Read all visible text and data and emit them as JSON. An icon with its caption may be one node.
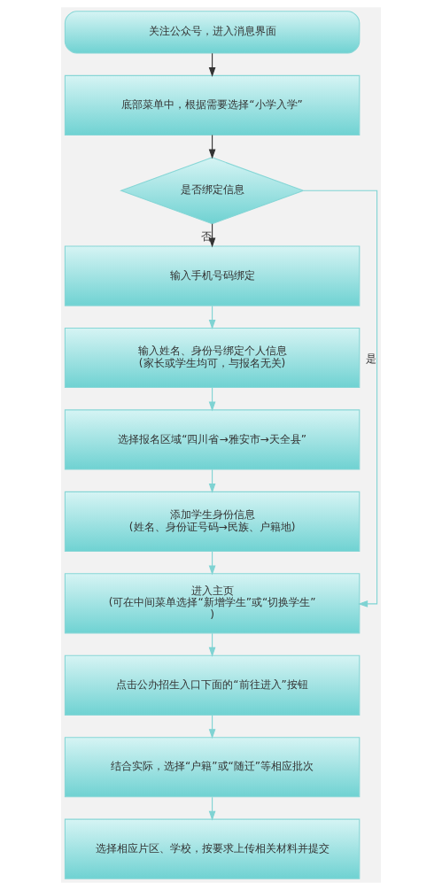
{
  "diagram": {
    "nodes": [
      {
        "text": [
          "关注公众号，进入消息界面"
        ]
      },
      {
        "text": [
          "底部菜单中，根据需要选择“小学入学”"
        ]
      },
      {
        "text": [
          "是否绑定信息"
        ]
      },
      {
        "text": [
          "输入手机号码绑定"
        ]
      },
      {
        "text": [
          "输入姓名、身份号绑定个人信息",
          "(家长或学生均可，与报名无关)"
        ]
      },
      {
        "text": [
          "选择报名区域“四川省→雅安市→天全县”"
        ]
      },
      {
        "text": [
          "添加学生身份信息",
          "(姓名、身份证号码→民族、户籍地)"
        ]
      },
      {
        "text": [
          "进入主页",
          "(可在中间菜单选择“新增学生”或“切换学生”)"
        ]
      },
      {
        "text": [
          "点击公办招生入口下面的“前往进入”按钮"
        ]
      },
      {
        "text": [
          "结合实际，选择“户籍”或“随迁”等相应批次"
        ]
      },
      {
        "text": [
          "选择相应片区、学校，按要求上传相关材料并提交"
        ]
      }
    ],
    "edges": [
      {
        "from": 0,
        "to": 1,
        "arrow": "to",
        "color": "#333333"
      },
      {
        "from": 1,
        "to": 2,
        "arrow": "to",
        "color": "#333333"
      },
      {
        "from": 2,
        "to": 3,
        "arrow": "to",
        "label": "否",
        "color": "#333333"
      },
      {
        "from": 2,
        "to": 7,
        "arrow": "to",
        "label": "是"
      },
      {
        "from": 3,
        "to": 4,
        "arrow": "to"
      },
      {
        "from": 4,
        "to": 5,
        "arrow": "to"
      },
      {
        "from": 5,
        "to": 6,
        "arrow": "to"
      },
      {
        "from": 6,
        "to": 7,
        "arrow": "to"
      },
      {
        "from": 7,
        "to": 8,
        "arrow": "to"
      },
      {
        "from": 8,
        "to": 9,
        "arrow": "to"
      },
      {
        "from": 9,
        "to": 10,
        "arrow": "to"
      }
    ]
  }
}
